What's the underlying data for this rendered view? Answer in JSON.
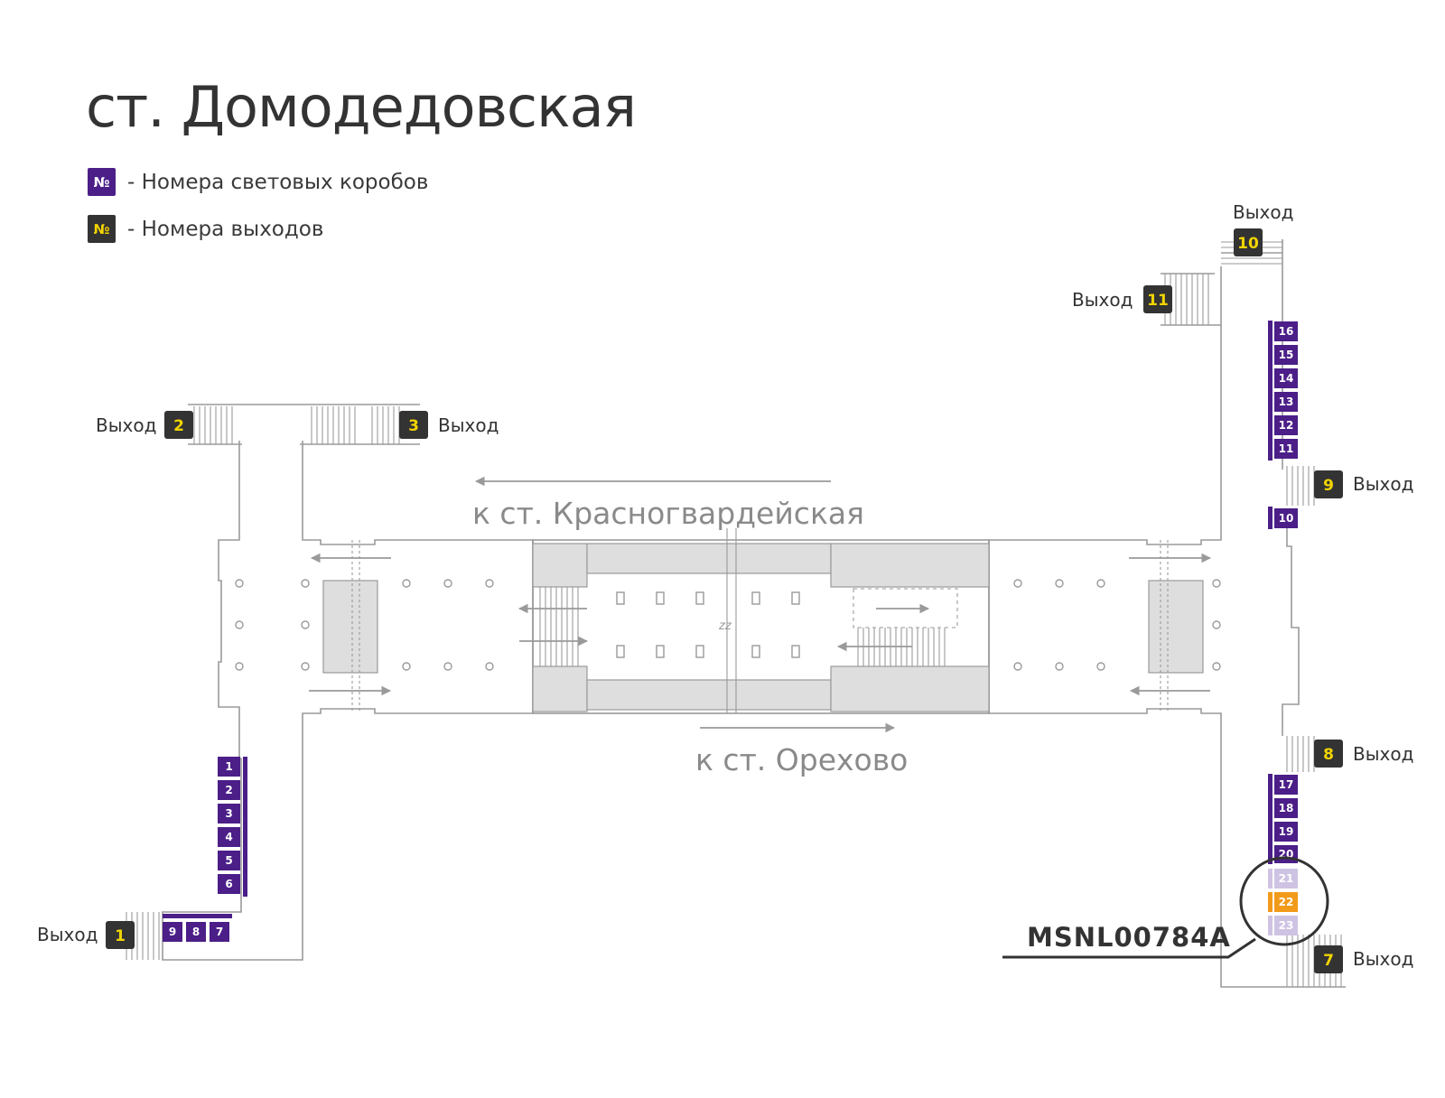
{
  "title": "ст. Домодедовская",
  "legend": [
    {
      "symbol": "№",
      "text": "- Номера световых коробов",
      "kind": "lightbox",
      "bg": "#4b1e88",
      "fg": "#ffffff"
    },
    {
      "symbol": "№",
      "text": "- Номера выходов",
      "kind": "exit",
      "bg": "#333333",
      "fg": "#f2d400"
    }
  ],
  "exit_word": "Выход",
  "exits": [
    "1",
    "2",
    "3",
    "7",
    "8",
    "9",
    "10",
    "11"
  ],
  "lightboxes_left": [
    "1",
    "2",
    "3",
    "4",
    "5",
    "6"
  ],
  "lightboxes_bottom": [
    "9",
    "8",
    "7"
  ],
  "lightboxes_right_top": [
    "16",
    "15",
    "14",
    "13",
    "12",
    "11"
  ],
  "lightbox_right_single": "10",
  "lightboxes_right_bottom": [
    "17",
    "18",
    "19",
    "20"
  ],
  "lightboxes_faded": [
    "21",
    "23"
  ],
  "highlighted_box": "22",
  "highlight_code": "MSNL00784A",
  "directions": {
    "upper": "к ст. Красногвардейская",
    "lower": "к ст. Орехово"
  },
  "colors": {
    "lightbox": "#4b1e88",
    "exit_bg": "#333333",
    "exit_fg": "#f2d400",
    "highlight": "#f29a1a",
    "faded": "#cfc3e4",
    "walls": "#9a9a9a",
    "block": "#dedede"
  }
}
